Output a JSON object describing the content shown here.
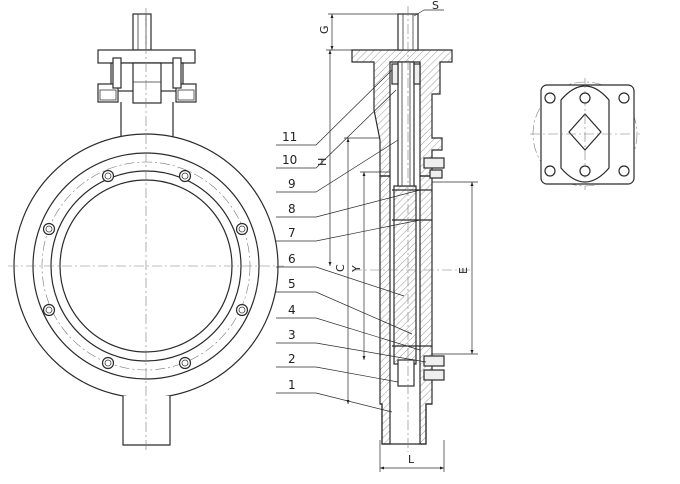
{
  "part_labels": [
    "1",
    "2",
    "3",
    "4",
    "5",
    "6",
    "7",
    "8",
    "9",
    "10",
    "11"
  ],
  "dimension_labels": {
    "s": "S",
    "g": "G",
    "h": "H",
    "c": "C",
    "y": "Y",
    "e": "E",
    "l": "L"
  }
}
